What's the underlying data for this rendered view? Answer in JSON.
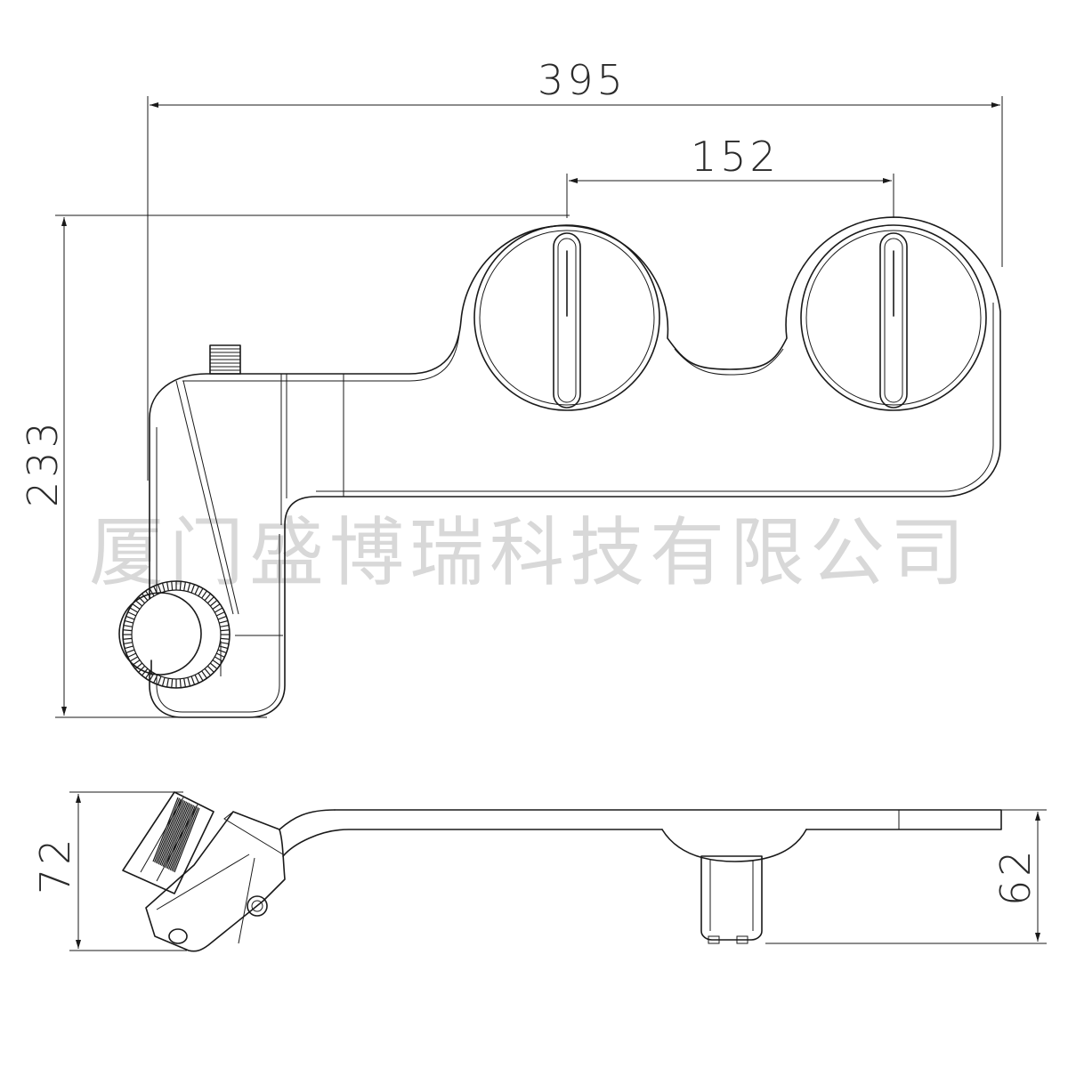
{
  "dimensions": {
    "overall_width": "395",
    "knob_spacing": "152",
    "overall_height": "233",
    "side_left_height": "72",
    "side_right_height": "62"
  },
  "watermark": "厦门盛博瑞科技有限公司"
}
